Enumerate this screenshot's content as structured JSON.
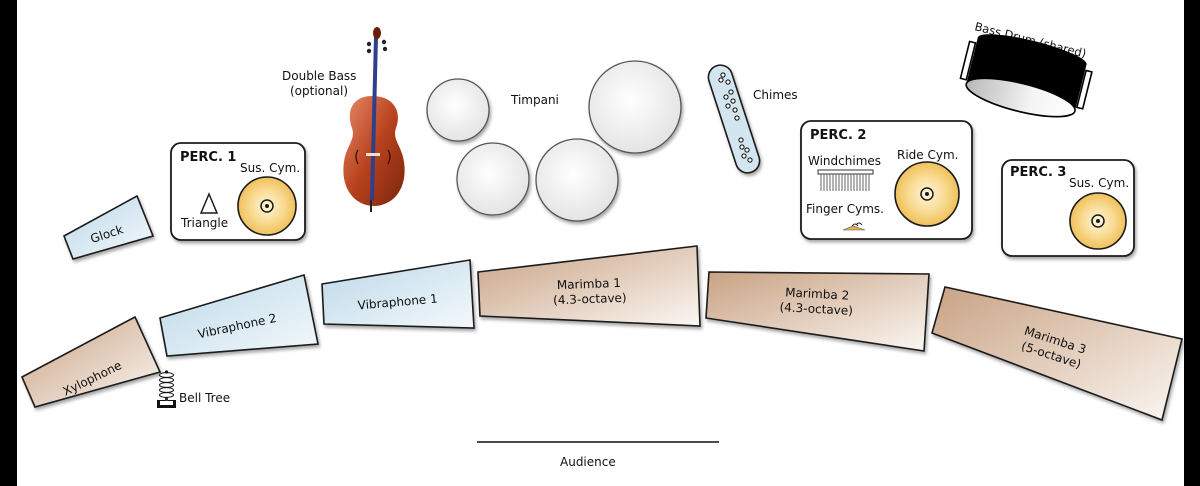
{
  "diagram": {
    "title_hidden": "",
    "colors": {
      "background": "#ffffff",
      "side_bars": "#000000",
      "keyboard_wood": "#d4b496",
      "keyboard_blue": "#c9dfeb",
      "cymbal": "#f0c460",
      "drum_head": "#f2f2f2",
      "chimes": "#d3e6f0",
      "outline": "#1a1a1a"
    },
    "keyboards": [
      {
        "id": "glock",
        "label": "Glock",
        "material": "metal"
      },
      {
        "id": "xylophone",
        "label": "Xylophone",
        "material": "wood"
      },
      {
        "id": "vibraphone-2",
        "label": "Vibraphone 2",
        "material": "metal"
      },
      {
        "id": "vibraphone-1",
        "label": "Vibraphone 1",
        "material": "metal"
      },
      {
        "id": "marimba-1",
        "label": "Marimba 1",
        "sublabel": "(4.3-octave)",
        "material": "wood"
      },
      {
        "id": "marimba-2",
        "label": "Marimba 2",
        "sublabel": "(4.3-octave)",
        "material": "wood"
      },
      {
        "id": "marimba-3",
        "label": "Marimba 3",
        "sublabel": "(5-octave)",
        "material": "wood"
      }
    ],
    "stations": [
      {
        "id": "perc-1",
        "title": "PERC. 1",
        "items": [
          "Sus. Cym.",
          "Triangle"
        ]
      },
      {
        "id": "perc-2",
        "title": "PERC. 2",
        "items": [
          "Windchimes",
          "Ride Cym.",
          "Finger Cyms."
        ]
      },
      {
        "id": "perc-3",
        "title": "PERC. 3",
        "items": [
          "Sus. Cym."
        ]
      }
    ],
    "other": {
      "double_bass": {
        "label": "Double Bass",
        "sublabel": "(optional)"
      },
      "timpani": {
        "label": "Timpani",
        "count": 4
      },
      "chimes": {
        "label": "Chimes"
      },
      "bass_drum": {
        "label": "Bass Drum (shared)"
      },
      "bell_tree": {
        "label": "Bell Tree"
      },
      "audience": {
        "label": "Audience"
      }
    }
  }
}
